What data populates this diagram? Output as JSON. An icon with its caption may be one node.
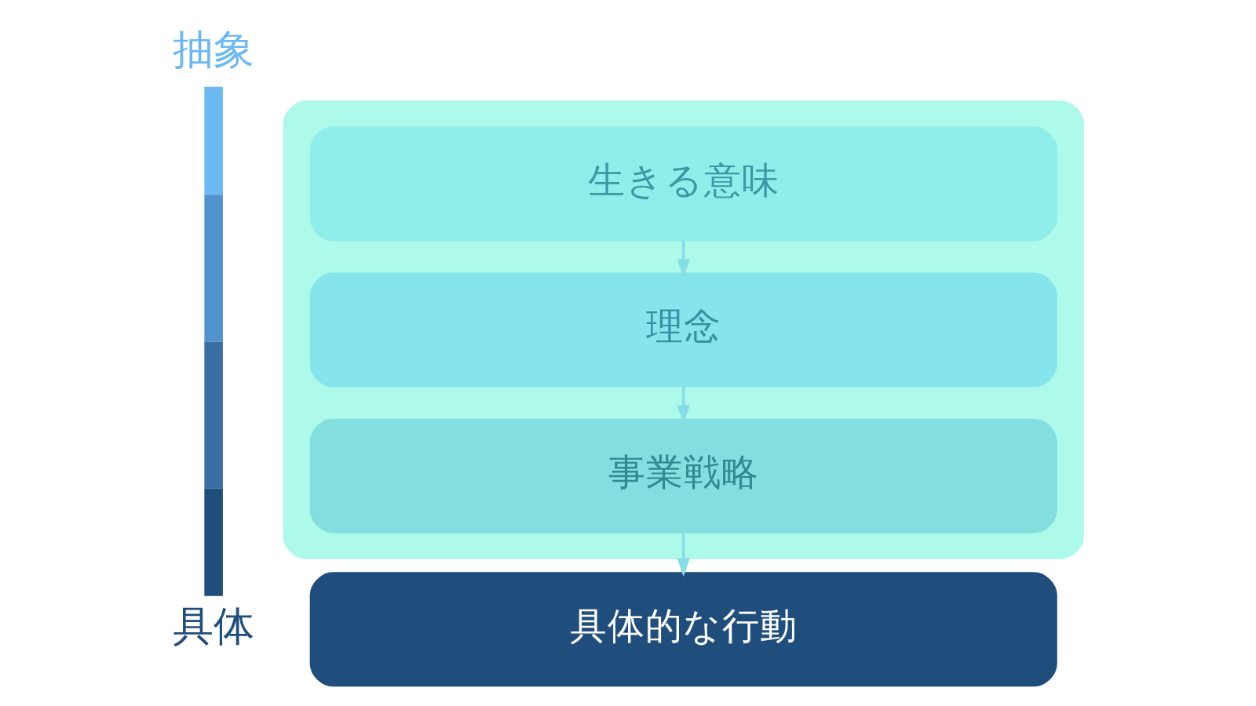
{
  "diagram": {
    "nodes": [
      {
        "text": [],
        "shape": "box"
      },
      {
        "text": [
          "生きる意味"
        ],
        "in": 0
      },
      {
        "text": [
          "理念"
        ],
        "in": 0
      },
      {
        "text": [
          "事業戦略"
        ],
        "in": 0
      },
      {
        "text": [
          "具体的な行動"
        ]
      }
    ],
    "edges": [
      {
        "from": 1,
        "to": 2,
        "arrow": "to"
      },
      {
        "from": 2,
        "to": 3,
        "arrow": "to"
      },
      {
        "from": 3,
        "to": 4,
        "arrow": "to"
      }
    ],
    "labels": [
      "抽象",
      "具体"
    ]
  }
}
